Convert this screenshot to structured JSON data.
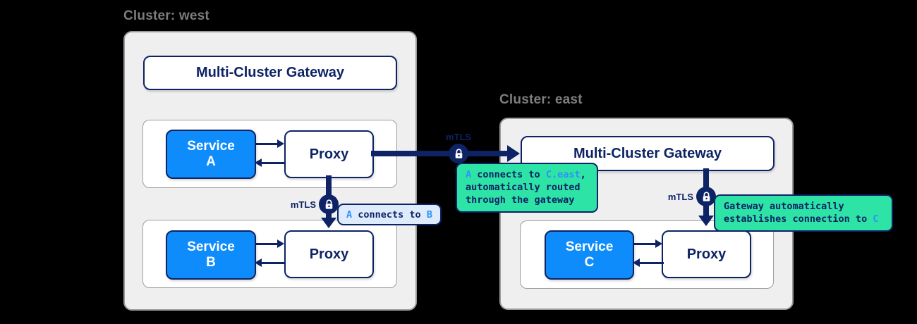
{
  "colors": {
    "navy": "#0d2365",
    "service_blue": "#0f8cfb",
    "highlight_blue": "#2f92f8",
    "tooltip_green": "#2ee3a6",
    "tooltip_blue_bg": "#ddebfc",
    "heading_gray": "#7d7d7d",
    "container_gray": "#f0eff0"
  },
  "labels": {
    "mtls": "mTLS",
    "proxy": "Proxy",
    "gateway": "Multi-Cluster Gateway"
  },
  "west": {
    "title": "Cluster: west",
    "service_a_line1": "Service",
    "service_a_line2": "A",
    "service_b_line1": "Service",
    "service_b_line2": "B"
  },
  "east": {
    "title": "Cluster: east",
    "service_c_line1": "Service",
    "service_c_line2": "C"
  },
  "tooltips": {
    "a_to_b": {
      "p1": "A",
      "p2": " connects to ",
      "p3": "B"
    },
    "a_to_c": {
      "p1": "A",
      "p2": " connects to ",
      "p3": "C.east",
      "p4": ",",
      "line2": "automatically routed",
      "line3": "through the gateway"
    },
    "gw_to_c": {
      "line1": "Gateway automatically",
      "p1": "establishes connection to ",
      "p2": "C"
    }
  }
}
